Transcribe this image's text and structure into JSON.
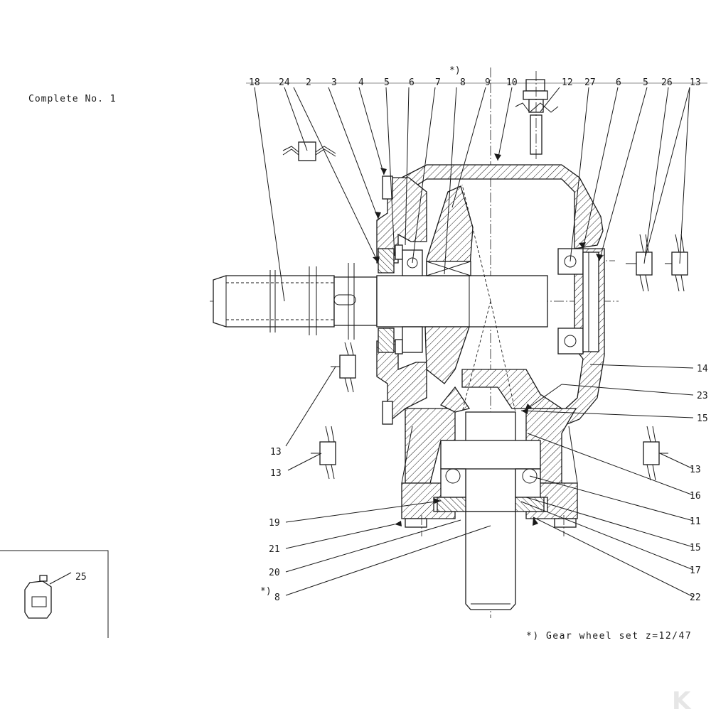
{
  "header": {
    "complete_no": "Complete No. 1"
  },
  "footnote": {
    "gear_set": "*) Gear wheel set z=12/47"
  },
  "gear_mark": "*)",
  "callouts_top": [
    "18",
    "24",
    "2",
    "3",
    "4",
    "5",
    "6",
    "7",
    "8",
    "9",
    "10",
    "12",
    "27",
    "6",
    "5",
    "26",
    "13"
  ],
  "callouts_right": [
    "14",
    "23",
    "15",
    "13",
    "16",
    "11",
    "15",
    "17",
    "22"
  ],
  "callouts_left": [
    "13",
    "13",
    "19",
    "21",
    "20",
    "8"
  ],
  "canister_label": "25",
  "logo_letter": "K"
}
